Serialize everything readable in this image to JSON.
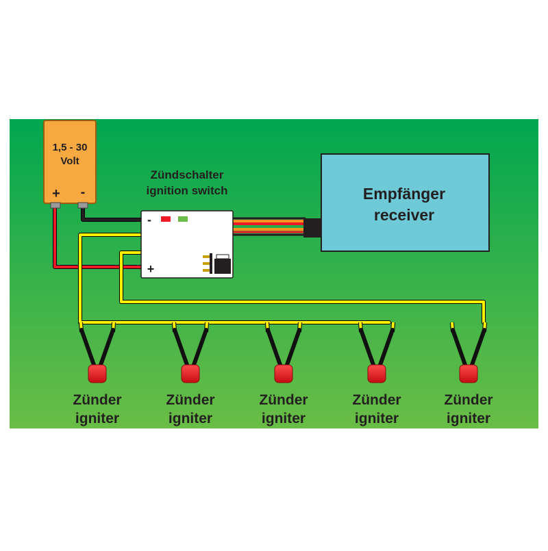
{
  "battery": {
    "line1": "1,5 - 30",
    "line2": "Volt",
    "plus": "+",
    "minus": "-"
  },
  "ignition_switch": {
    "label_de": "Zündschalter",
    "label_en": "ignition switch",
    "minus": "-",
    "plus": "+"
  },
  "receiver": {
    "label_de": "Empfänger",
    "label_en": "receiver"
  },
  "igniters": [
    {
      "label_de": "Zünder",
      "label_en": "igniter"
    },
    {
      "label_de": "Zünder",
      "label_en": "igniter"
    },
    {
      "label_de": "Zünder",
      "label_en": "igniter"
    },
    {
      "label_de": "Zünder",
      "label_en": "igniter"
    },
    {
      "label_de": "Zünder",
      "label_en": "igniter"
    }
  ],
  "colors": {
    "background_top": "#00a650",
    "background_bottom": "#6abd45",
    "battery": "#f7a941",
    "receiver": "#6dcad6",
    "module": "#ffffff",
    "wire_yellow": "#fff200",
    "wire_red": "#ed1c24",
    "wire_black": "#231f20",
    "led_red": "#ed1c24",
    "led_green": "#6abd45",
    "igniter_head": "#e8141b",
    "servo_orange": "#f7941d"
  }
}
